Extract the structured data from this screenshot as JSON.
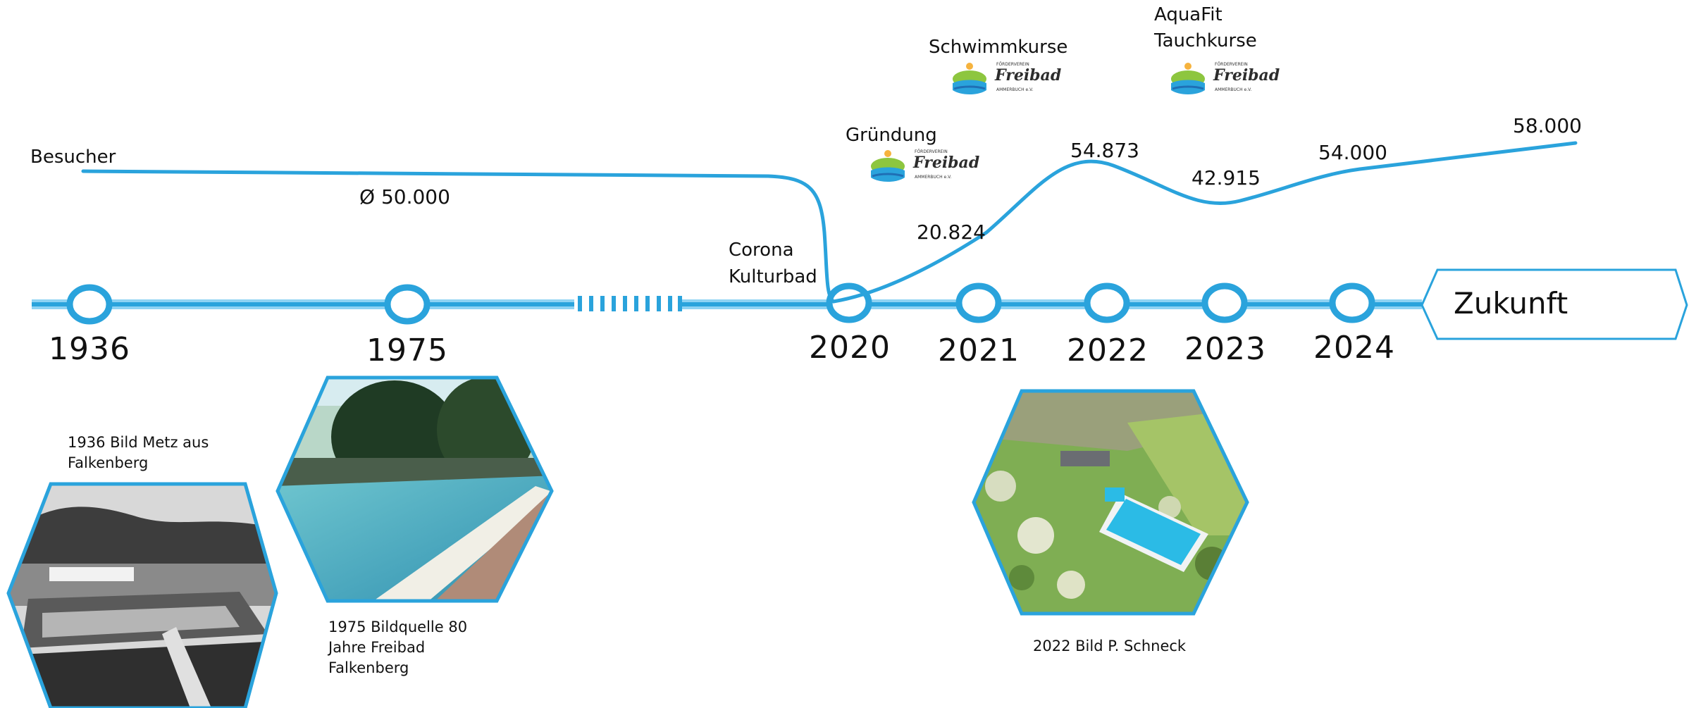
{
  "colors": {
    "timeline": "#2aa3dc",
    "timeline_light": "#8fd3f3",
    "hex_border": "#2aa3dc",
    "logo_green": "#8dc63f",
    "logo_blue": "#1f6fb5",
    "logo_sun": "#f6b33e"
  },
  "header": {
    "besucher_label": "Besucher",
    "average_label": "Ø 50.000"
  },
  "timeline": {
    "years": [
      "1936",
      "1975",
      "2020",
      "2021",
      "2022",
      "2023",
      "2024"
    ],
    "future_label": "Zukunft"
  },
  "chart_data": {
    "type": "line",
    "x": [
      "1936",
      "1975",
      "2020",
      "2021",
      "2022",
      "2023",
      "2024",
      "2025"
    ],
    "values": [
      50000,
      50000,
      0,
      20824,
      54873,
      42915,
      54000,
      58000
    ],
    "data_labels": [
      "Ø 50.000",
      "20.824",
      "54.873",
      "42.915",
      "54.000",
      "58.000"
    ],
    "ylabel": "Besucher"
  },
  "events": {
    "corona": [
      "Corona",
      "Kulturbad"
    ],
    "gruendung": "Gründung",
    "schwimmkurse": "Schwimmkurse",
    "aquafit": [
      "AquaFit",
      "Tauchkurse"
    ]
  },
  "logo": {
    "line1": "FÖRDERVEREIN",
    "line2": "Freibad",
    "line3": "AMMERBUCH e.V."
  },
  "photos": {
    "p1936": {
      "caption": "1936 Bild Metz aus Falkenberg"
    },
    "p1975": {
      "caption": "1975 Bildquelle 80 Jahre Freibad Falkenberg"
    },
    "p2022": {
      "caption": "2022 Bild P. Schneck"
    }
  }
}
